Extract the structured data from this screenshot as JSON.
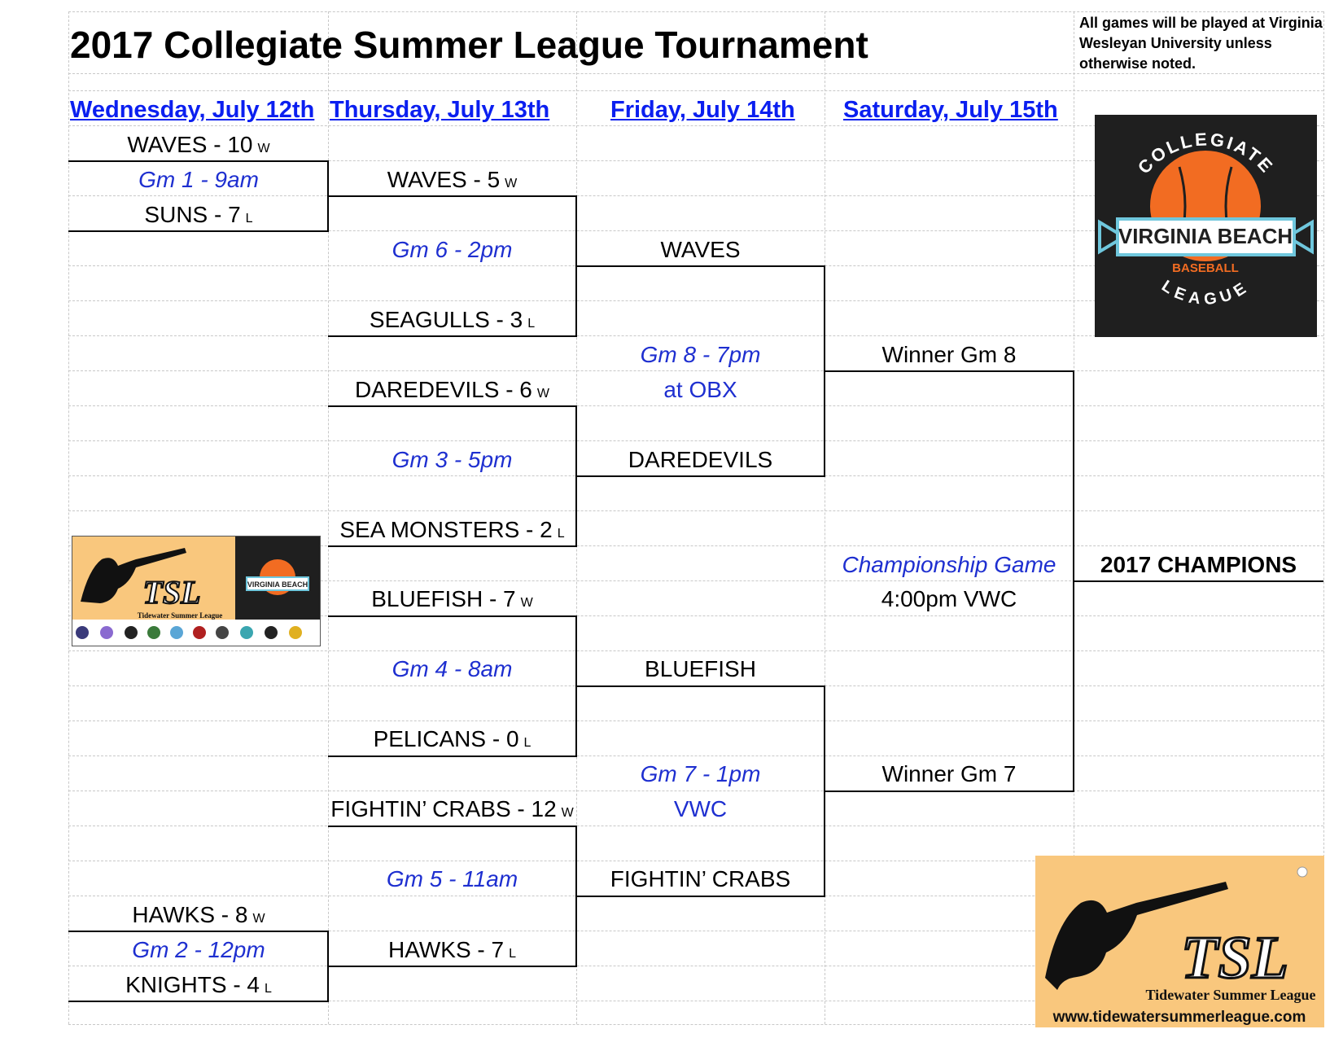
{
  "title": "2017 Collegiate Summer League Tournament",
  "note": "All games will be played at Virginia Wesleyan University unless otherwise noted.",
  "days": [
    "Wednesday, July 12th",
    "Thursday, July 13th",
    "Friday, July 14th",
    "Saturday, July 15th"
  ],
  "round1": {
    "g1": {
      "team_a": "WAVES - 10",
      "res_a": "W",
      "label": "Gm 1 - 9am",
      "team_b": "SUNS - 7",
      "res_b": "L"
    },
    "g2": {
      "team_a": "HAWKS - 8",
      "res_a": "W",
      "label": "Gm 2 - 12pm",
      "team_b": "KNIGHTS - 4",
      "res_b": "L"
    }
  },
  "round2": {
    "g6": {
      "team_a": "WAVES - 5",
      "res_a": "W",
      "label": "Gm 6 - 2pm",
      "team_b": "SEAGULLS - 3",
      "res_b": "L"
    },
    "g3": {
      "team_a": "DAREDEVILS - 6",
      "res_a": "W",
      "label": "Gm 3 - 5pm",
      "team_b": "SEA MONSTERS - 2",
      "res_b": "L"
    },
    "g4": {
      "team_a": "BLUEFISH - 7",
      "res_a": "W",
      "label": "Gm 4 - 8am",
      "team_b": "PELICANS - 0",
      "res_b": "L"
    },
    "g5": {
      "team_a": "FIGHTIN’ CRABS - 12",
      "res_a": "W",
      "label": "Gm 5 - 11am",
      "team_b": "HAWKS - 7",
      "res_b": "L"
    }
  },
  "semis": {
    "g8": {
      "team_a": "WAVES",
      "label": "Gm 8 - 7pm",
      "location": "at OBX",
      "team_b": "DAREDEVILS"
    },
    "g7": {
      "team_a": "BLUEFISH",
      "label": "Gm 7 - 1pm",
      "location": "VWC",
      "team_b": "FIGHTIN’ CRABS"
    }
  },
  "final": {
    "team_a": "Winner Gm 8",
    "label": "Championship Game",
    "time": "4:00pm VWC",
    "team_b": "Winner Gm 7",
    "champions": "2017 CHAMPIONS"
  },
  "logos": {
    "vbcl": {
      "top": "COLLEGIATE",
      "name": "VIRGINIA BEACH",
      "sub": "BASEBALL",
      "bottom": "LEAGUE"
    },
    "tsl": {
      "abbr": "TSL",
      "name": "Tidewater Summer League",
      "url": "www.tidewatersummerleague.com"
    }
  },
  "colors": {
    "link_blue": "#0b1ff0",
    "game_blue": "#1e2fd0",
    "tsl_bg": "#f9c77d",
    "vbcl_orange": "#f26c22",
    "vbcl_blue": "#6fc7dd"
  }
}
